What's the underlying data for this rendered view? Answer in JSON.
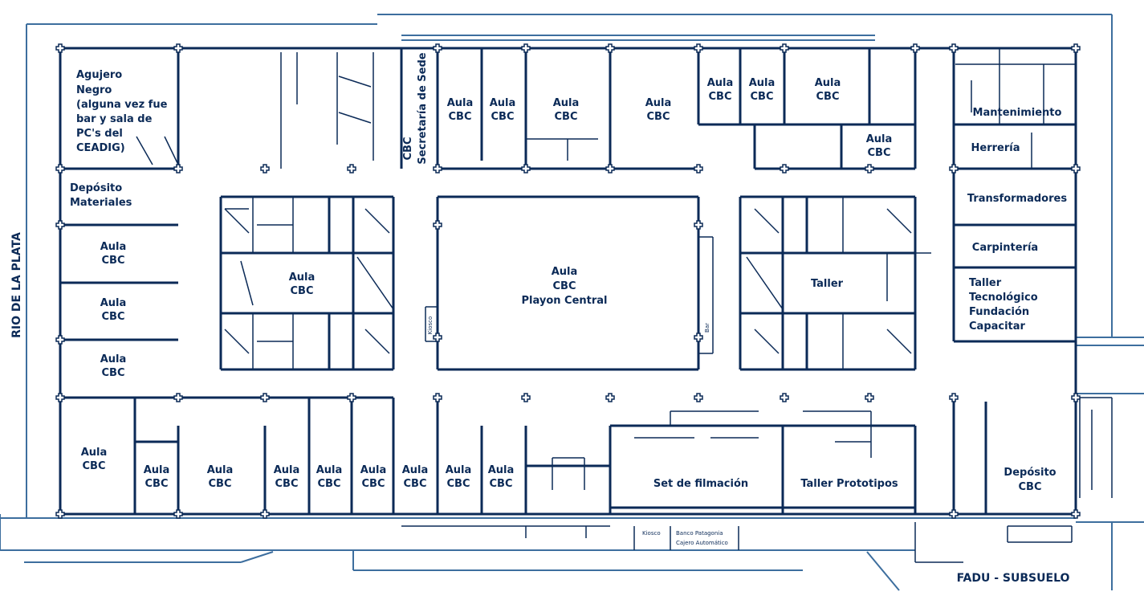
{
  "title": "FADU - SUBSUELO",
  "side_label": "RIO DE LA PLATA",
  "colors": {
    "wall": "#0b2a57",
    "outer": "#3d6e9e",
    "text": "#0b2a57"
  },
  "rooms": {
    "agujero_negro": [
      "Agujero",
      "Negro",
      "(alguna vez fue",
      "bar y sala de",
      "PC's del",
      "CEADIG)"
    ],
    "deposito_materiales": [
      "Depósito",
      "Materiales"
    ],
    "aula": [
      "Aula",
      "CBC"
    ],
    "playon": [
      "Aula",
      "CBC",
      "Playon Central"
    ],
    "cbc_vertical": "CBC",
    "secretaria": "Secretaría de Sede",
    "taller": "Taller",
    "mantenimiento": "Mantenimiento",
    "herreria": "Herrería",
    "transformadores": "Transformadores",
    "carpinteria": "Carpintería",
    "taller_tecnologico": [
      "Taller",
      "Tecnológico",
      "Fundación",
      "Capacitar"
    ],
    "set_filmacion": "Set de filmación",
    "taller_prototipos": "Taller Prototipos",
    "deposito_cbc": [
      "Depósito",
      "CBC"
    ],
    "kiosco": "Kiosco",
    "banco": "Banco Patagonia",
    "cajero": "Cajero Automático",
    "kiosco_small": "Kiosco",
    "bar": "Bar"
  }
}
